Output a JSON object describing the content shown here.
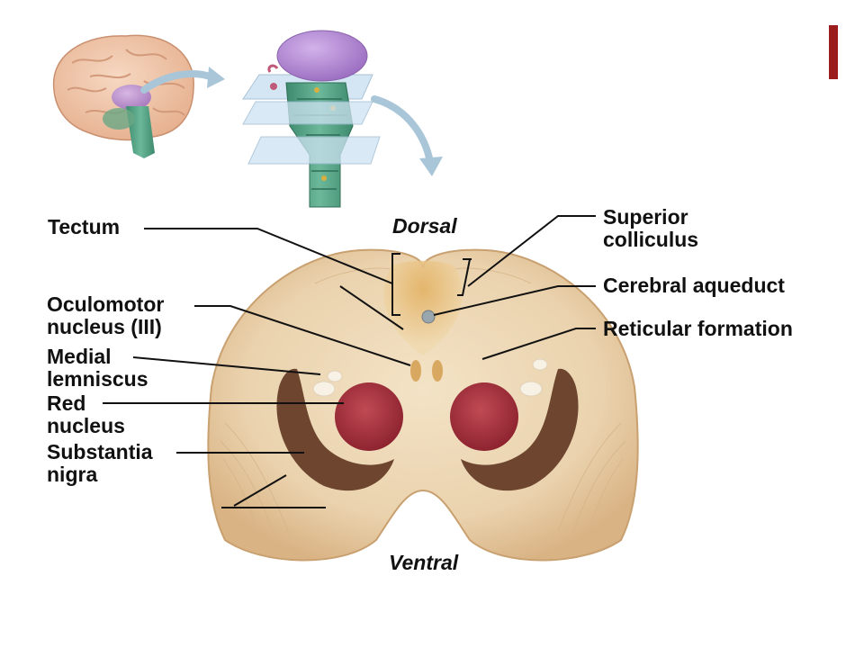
{
  "orientation": {
    "dorsal": "Dorsal",
    "ventral": "Ventral"
  },
  "labels": {
    "tectum": "Tectum",
    "oculomotor_line1": "Oculomotor",
    "oculomotor_line2": "nucleus (III)",
    "medial_line1": "Medial",
    "medial_line2": "lemniscus",
    "red_line1": "Red",
    "red_line2": "nucleus",
    "substantia_line1": "Substantia",
    "substantia_line2": "nigra",
    "superior_line1": "Superior",
    "superior_line2": "colliculus",
    "aqueduct": "Cerebral aqueduct",
    "reticular": "Reticular formation"
  },
  "colors": {
    "accent": "#9b1c1c",
    "tissue": "#ead2ad",
    "tissue_edge": "#c9a070",
    "tectum": "#e0b56a",
    "red_nucleus": "#a8323e",
    "substantia_nigra": "#6e4630",
    "brain": "#f0c6a8",
    "brainstem": "#4e9e82",
    "thalamus": "#b48ad0",
    "plane": "#cde2f2",
    "arrow": "#a9c6d8"
  },
  "icons": {
    "brain_thumbnail": "brain-icon",
    "brainstem_slices": "brainstem-slice-icon"
  }
}
